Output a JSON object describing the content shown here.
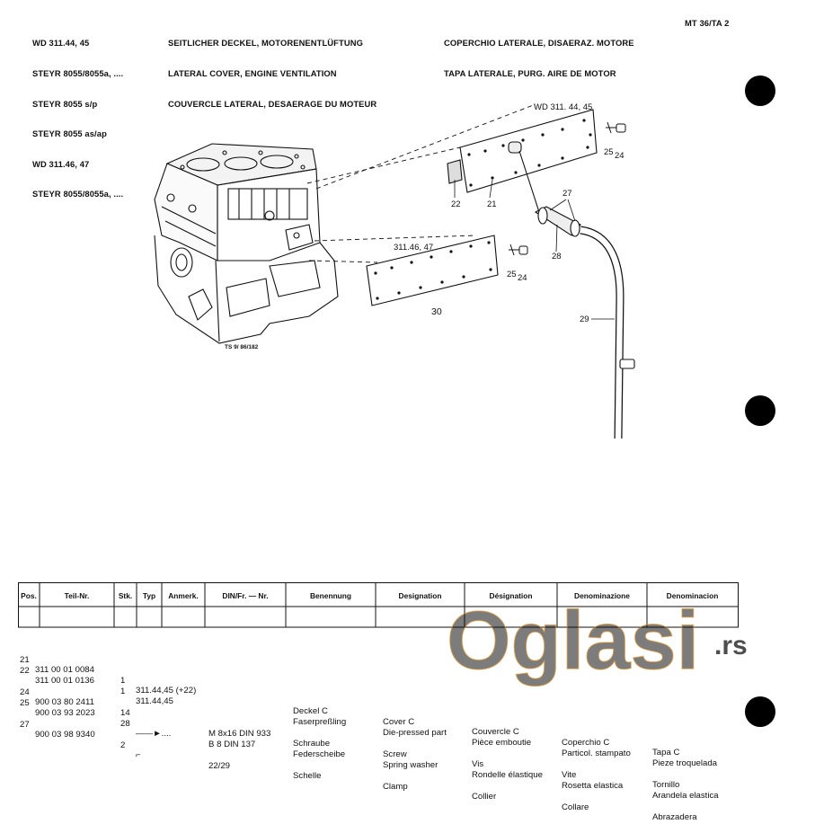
{
  "header": {
    "models_left": [
      "WD 311.44, 45",
      "STEYR 8055/8055a, ....",
      "STEYR 8055 s/p",
      "STEYR 8055 as/ap",
      "WD 311.46, 47",
      "STEYR 8055/8055a, ...."
    ],
    "title_de": "SEITLICHER DECKEL, MOTORENENTLÜFTUNG",
    "title_en": "LATERAL COVER, ENGINE VENTILATION",
    "title_fr": "COUVERCLE LATERAL, DESAERAGE DU MOTEUR",
    "title_it": "COPERCHIO LATERALE, DISAERAZ. MOTORE",
    "title_es": "TAPA LATERALE, PURG. AIRE DE MOTOR",
    "page_code": "MT 36/TA 2"
  },
  "diagram": {
    "label_wd_44_45": "WD 311. 44, 45",
    "label_311_46_47": "311.46, 47",
    "drawing_ref": "TS 9/ 86/182",
    "callouts": [
      "21",
      "22",
      "24",
      "25",
      "24",
      "25",
      "27",
      "28",
      "29",
      "30"
    ]
  },
  "table": {
    "headers": [
      "Pos.",
      "Teil-Nr.",
      "Stk.",
      "Typ",
      "Anmerk.",
      "DIN/Fr. — Nr.",
      "Benennung",
      "Designation",
      "Désignation",
      "Denominazione",
      "Denominacion"
    ],
    "rows": [
      {
        "pos": "21",
        "part": "311 00 01 0084",
        "qty": "1",
        "typ": "311.44,45 (+22)",
        "din": "",
        "de": "Deckel C",
        "en": "Cover C",
        "fr": "Couvercle C",
        "it": "Coperchio C",
        "es": "Tapa C"
      },
      {
        "pos": "22",
        "part": "311 00 01 0136",
        "qty": "1",
        "typ": "311.44,45",
        "din": "",
        "de": "Faserpreßling",
        "en": "Die-pressed part",
        "fr": "Pièce emboutie",
        "it": "Particol. stampato",
        "es": "Pieze troquelada"
      },
      {
        "pos": "24",
        "part": "900 03 80 2411",
        "qty": "14",
        "typ": "",
        "din": "M 8x16 DIN 933",
        "de": "Schraube",
        "en": "Screw",
        "fr": "Vis",
        "it": "Vite",
        "es": "Tornillo"
      },
      {
        "pos": "25",
        "part": "900 03 93 2023",
        "qty": "28",
        "typ": "——►....",
        "din": "B 8 DIN 137",
        "de": "Federscheibe",
        "en": "Spring washer",
        "fr": "Rondelle élastique",
        "it": "Rosetta elastica",
        "es": "Arandela elastica"
      },
      {
        "pos": "27",
        "part": "900 03 98 9340",
        "qty": "2",
        "typ": "⌐",
        "din": "22/29",
        "de": "Schelle",
        "en": "Clamp",
        "fr": "Collier",
        "it": "Collare",
        "es": "Abrazadera"
      }
    ]
  },
  "watermark": {
    "brand": "Oglasi",
    "tld": ".rs"
  }
}
